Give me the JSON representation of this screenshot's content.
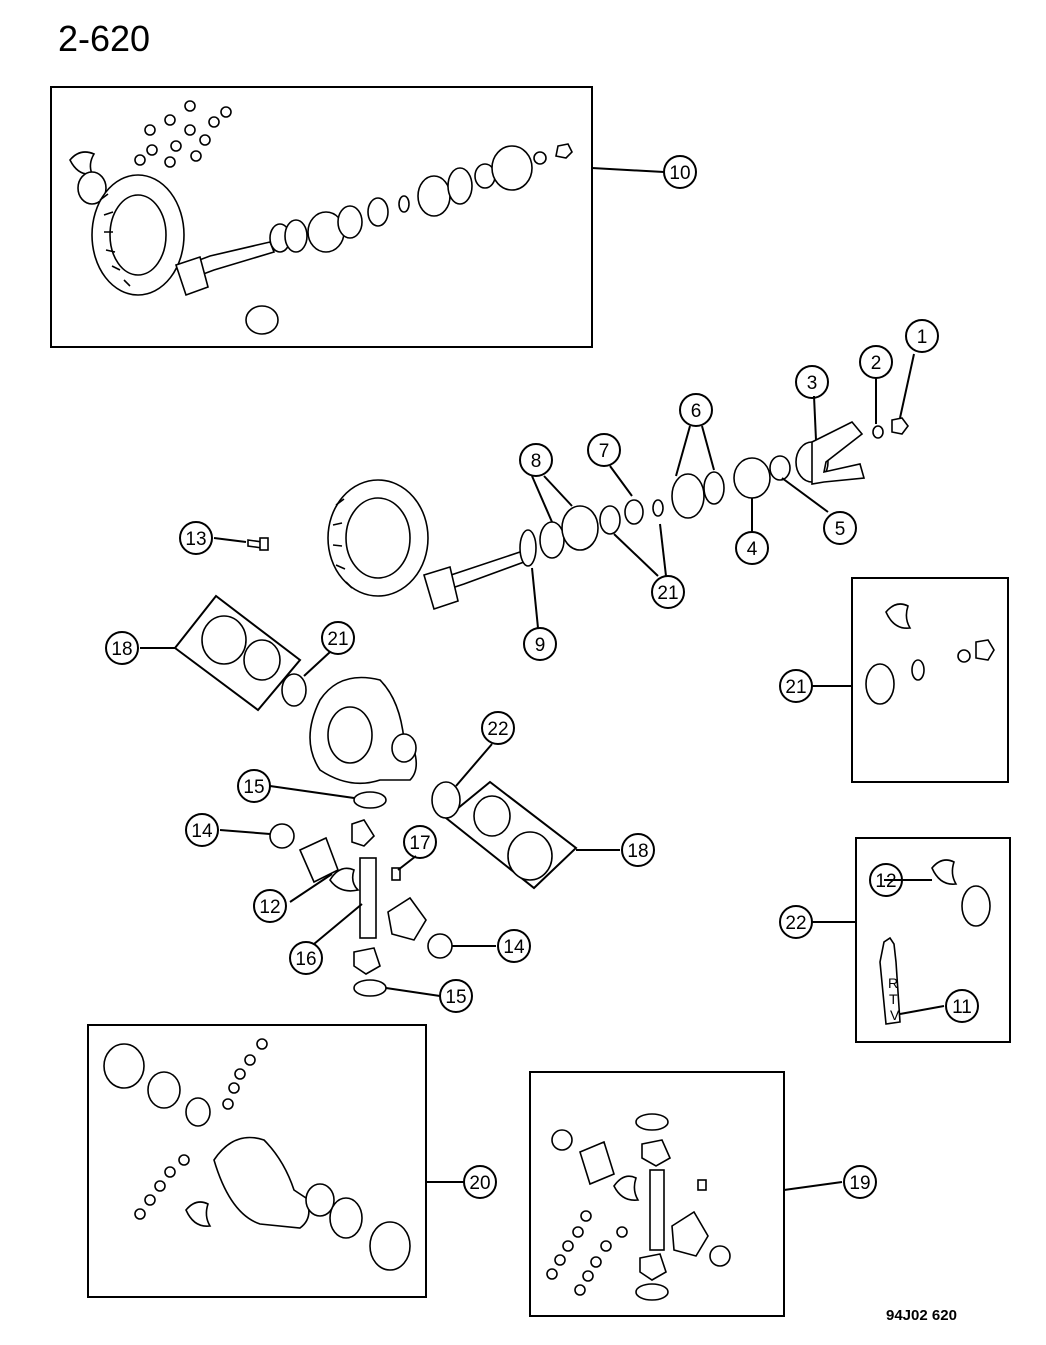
{
  "page_title": "2-620",
  "drawing_ref": "94J02  620",
  "callouts": [
    "1",
    "2",
    "3",
    "4",
    "5",
    "6",
    "7",
    "8",
    "9",
    "10",
    "11",
    "12",
    "12",
    "13",
    "14",
    "14",
    "15",
    "15",
    "16",
    "17",
    "18",
    "18",
    "19",
    "20",
    "21",
    "21",
    "21",
    "22",
    "22"
  ],
  "rtv_letters": [
    "R",
    "T",
    "V"
  ]
}
